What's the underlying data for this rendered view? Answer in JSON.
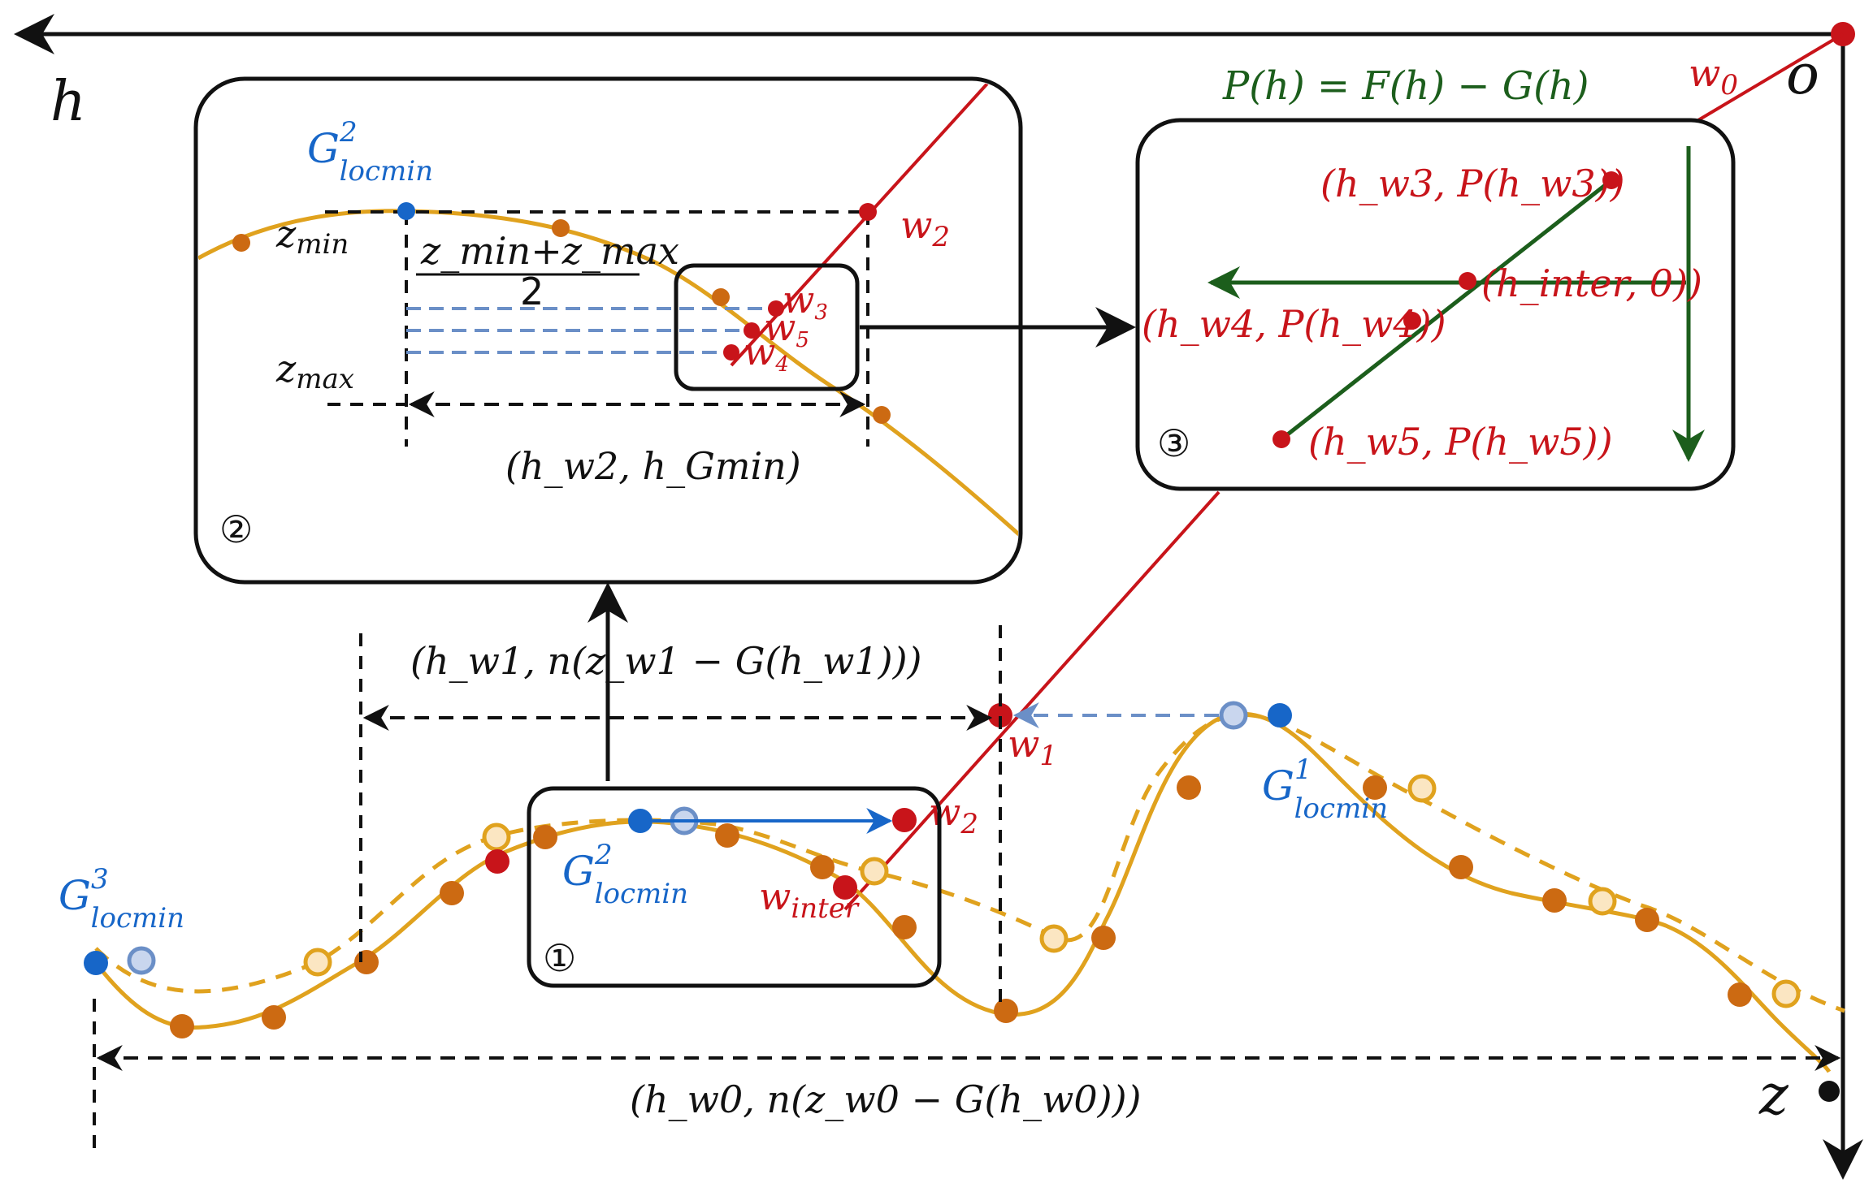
{
  "axes": {
    "h_label": "h",
    "origin_label": "o",
    "z_label": "z"
  },
  "weights": {
    "w0": {
      "main": "w",
      "sub": "0"
    },
    "w1": {
      "main": "w",
      "sub": "1"
    },
    "w2": {
      "main": "w",
      "sub": "2"
    },
    "w3": {
      "main": "w",
      "sub": "3"
    },
    "w4": {
      "main": "w",
      "sub": "4"
    },
    "w5": {
      "main": "w",
      "sub": "5"
    },
    "w_inter": {
      "main": "w",
      "sub": "inter"
    }
  },
  "minima": {
    "g1": {
      "main": "G",
      "sup": "1",
      "sub": "locmin"
    },
    "g2": {
      "main": "G",
      "sup": "2",
      "sub": "locmin"
    },
    "g3": {
      "main": "G",
      "sup": "3",
      "sub": "locmin"
    }
  },
  "intervals": {
    "outer": "(h_w0, n(z_w0 − G(h_w0)))",
    "middle": "(h_w1, n(z_w1 − G(h_w1)))",
    "inner": "(h_w2, h_Gmin)"
  },
  "zoom2": {
    "badge": "②",
    "z_min": {
      "main": "z",
      "sub": "min"
    },
    "z_max": {
      "main": "z",
      "sub": "max"
    },
    "midpoint_num": "z_min+z_max",
    "midpoint_den": "2"
  },
  "zoom3": {
    "badge": "③",
    "formula": "P(h) = F(h) − G(h)",
    "p3": "(h_w3, P(h_w3))",
    "p4": "(h_w4, P(h_w4))",
    "p5": "(h_w5, P(h_w5))",
    "p_inter": "(h_inter, 0))"
  },
  "zoom1": {
    "badge": "①"
  },
  "colors": {
    "orange": "#e0a21e",
    "orange_dot": "#cc6a12",
    "red": "#c8141a",
    "blue": "#1766c8",
    "light_blue": "#6b8fc7",
    "green": "#1c5e1c"
  }
}
